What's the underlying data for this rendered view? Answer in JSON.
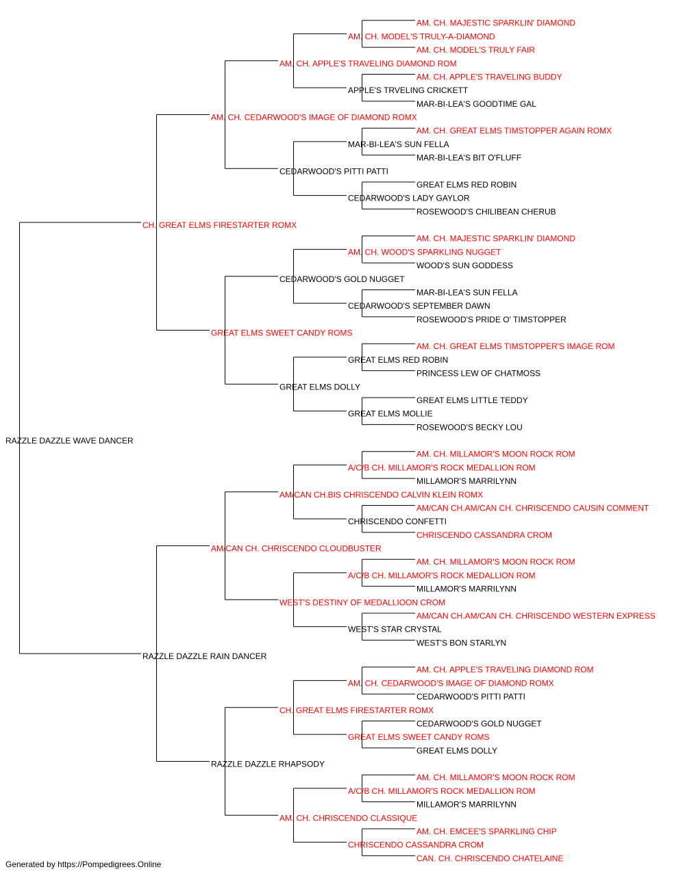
{
  "colors": {
    "champion": "#ff0000",
    "normal": "#000000",
    "line": "#000000"
  },
  "footer": "Generated by https://Pompedigrees.Online",
  "pedigree": {
    "name": "RAZZLE DAZZLE WAVE DANCER",
    "champion": false,
    "sire": {
      "name": "CH. GREAT ELMS FIRESTARTER ROMX",
      "champion": true,
      "sire": {
        "name": "AM. CH. CEDARWOOD'S IMAGE OF DIAMOND ROMX",
        "champion": true,
        "sire": {
          "name": "AM. CH. APPLE'S TRAVELING DIAMOND ROM",
          "champion": true,
          "sire": {
            "name": "AM. CH. MODEL'S TRULY-A-DIAMOND",
            "champion": true,
            "sire": {
              "name": "AM. CH. MAJESTIC SPARKLIN' DIAMOND",
              "champion": true
            },
            "dam": {
              "name": "AM. CH. MODEL'S TRULY FAIR",
              "champion": true
            }
          },
          "dam": {
            "name": "APPLE'S TRVELING CRICKETT",
            "champion": false,
            "sire": {
              "name": "AM. CH. APPLE'S TRAVELING BUDDY",
              "champion": true
            },
            "dam": {
              "name": "MAR-BI-LEA'S GOODTIME GAL",
              "champion": false
            }
          }
        },
        "dam": {
          "name": "CEDARWOOD'S PITTI PATTI",
          "champion": false,
          "sire": {
            "name": "MAR-BI-LEA'S SUN FELLA",
            "champion": false,
            "sire": {
              "name": "AM. CH. GREAT ELMS TIMSTOPPER AGAIN ROMX",
              "champion": true
            },
            "dam": {
              "name": "MAR-BI-LEA'S BIT O'FLUFF",
              "champion": false
            }
          },
          "dam": {
            "name": "CEDARWOOD'S LADY GAYLOR",
            "champion": false,
            "sire": {
              "name": "GREAT ELMS RED ROBIN",
              "champion": false
            },
            "dam": {
              "name": "ROSEWOOD'S CHILIBEAN CHERUB",
              "champion": false
            }
          }
        }
      },
      "dam": {
        "name": "GREAT ELMS SWEET CANDY ROMS",
        "champion": true,
        "sire": {
          "name": "CEDARWOOD'S GOLD NUGGET",
          "champion": false,
          "sire": {
            "name": "AM. CH. WOOD'S SPARKLING NUGGET",
            "champion": true,
            "sire": {
              "name": "AM. CH. MAJESTIC SPARKLIN' DIAMOND",
              "champion": true
            },
            "dam": {
              "name": "WOOD'S SUN GODDESS",
              "champion": false
            }
          },
          "dam": {
            "name": "CEDARWOOD'S SEPTEMBER DAWN",
            "champion": false,
            "sire": {
              "name": "MAR-BI-LEA'S SUN FELLA",
              "champion": false
            },
            "dam": {
              "name": "ROSEWOOD'S PRIDE O' TIMSTOPPER",
              "champion": false
            }
          }
        },
        "dam": {
          "name": "GREAT ELMS DOLLY",
          "champion": false,
          "sire": {
            "name": "GREAT ELMS RED ROBIN",
            "champion": false,
            "sire": {
              "name": "AM. CH. GREAT ELMS TIMSTOPPER'S IMAGE ROM",
              "champion": true
            },
            "dam": {
              "name": "PRINCESS LEW OF CHATMOSS",
              "champion": false
            }
          },
          "dam": {
            "name": "GREAT ELMS MOLLIE",
            "champion": false,
            "sire": {
              "name": "GREAT ELMS LITTLE TEDDY",
              "champion": false
            },
            "dam": {
              "name": "ROSEWOOD'S BECKY LOU",
              "champion": false
            }
          }
        }
      }
    },
    "dam": {
      "name": "RAZZLE DAZZLE RAIN DANCER",
      "champion": false,
      "sire": {
        "name": "AM/CAN CH. CHRISCENDO CLOUDBUSTER",
        "champion": true,
        "sire": {
          "name": "AM/CAN CH.BIS CHRISCENDO CALVIN KLEIN ROMX",
          "champion": true,
          "sire": {
            "name": "A/C/B CH. MILLAMOR'S ROCK MEDALLION ROM",
            "champion": true,
            "sire": {
              "name": "AM. CH. MILLAMOR'S MOON ROCK ROM",
              "champion": true
            },
            "dam": {
              "name": "MILLAMOR'S MARRILYNN",
              "champion": false
            }
          },
          "dam": {
            "name": "CHRISCENDO CONFETTI",
            "champion": false,
            "sire": {
              "name": "AM/CAN CH.AM/CAN CH. CHRISCENDO CAUSIN COMMENT",
              "champion": true
            },
            "dam": {
              "name": "CHRISCENDO CASSANDRA CROM",
              "champion": true
            }
          }
        },
        "dam": {
          "name": "WEST'S DESTINY OF MEDALLIOON CROM",
          "champion": true,
          "sire": {
            "name": "A/C/B CH. MILLAMOR'S ROCK MEDALLION ROM",
            "champion": true,
            "sire": {
              "name": "AM. CH. MILLAMOR'S MOON ROCK ROM",
              "champion": true
            },
            "dam": {
              "name": "MILLAMOR'S MARRILYNN",
              "champion": false
            }
          },
          "dam": {
            "name": "WEST'S STAR CRYSTAL",
            "champion": false,
            "sire": {
              "name": "AM/CAN CH.AM/CAN CH. CHRISCENDO WESTERN EXPRESS",
              "champion": true
            },
            "dam": {
              "name": "WEST'S BON STARLYN",
              "champion": false
            }
          }
        }
      },
      "dam": {
        "name": "RAZZLE DAZZLE RHAPSODY",
        "champion": false,
        "sire": {
          "name": "CH. GREAT ELMS FIRESTARTER ROMX",
          "champion": true,
          "sire": {
            "name": "AM. CH. CEDARWOOD'S IMAGE OF DIAMOND ROMX",
            "champion": true,
            "sire": {
              "name": "AM. CH. APPLE'S TRAVELING DIAMOND ROM",
              "champion": true
            },
            "dam": {
              "name": "CEDARWOOD'S PITTI PATTI",
              "champion": false
            }
          },
          "dam": {
            "name": "GREAT ELMS SWEET CANDY ROMS",
            "champion": true,
            "sire": {
              "name": "CEDARWOOD'S GOLD NUGGET",
              "champion": false
            },
            "dam": {
              "name": "GREAT ELMS DOLLY",
              "champion": false
            }
          }
        },
        "dam": {
          "name": "AM. CH. CHRISCENDO CLASSIQUE",
          "champion": true,
          "sire": {
            "name": "A/C/B CH. MILLAMOR'S ROCK MEDALLION ROM",
            "champion": true,
            "sire": {
              "name": "AM. CH. MILLAMOR'S MOON ROCK ROM",
              "champion": true
            },
            "dam": {
              "name": "MILLAMOR'S MARRILYNN",
              "champion": false
            }
          },
          "dam": {
            "name": "CHRISCENDO CASSANDRA CROM",
            "champion": true,
            "sire": {
              "name": "AM. CH. EMCEE'S SPARKLING CHIP",
              "champion": true
            },
            "dam": {
              "name": "CAN. CH. CHRISCENDO CHATELAINE",
              "champion": true
            }
          }
        }
      }
    }
  }
}
